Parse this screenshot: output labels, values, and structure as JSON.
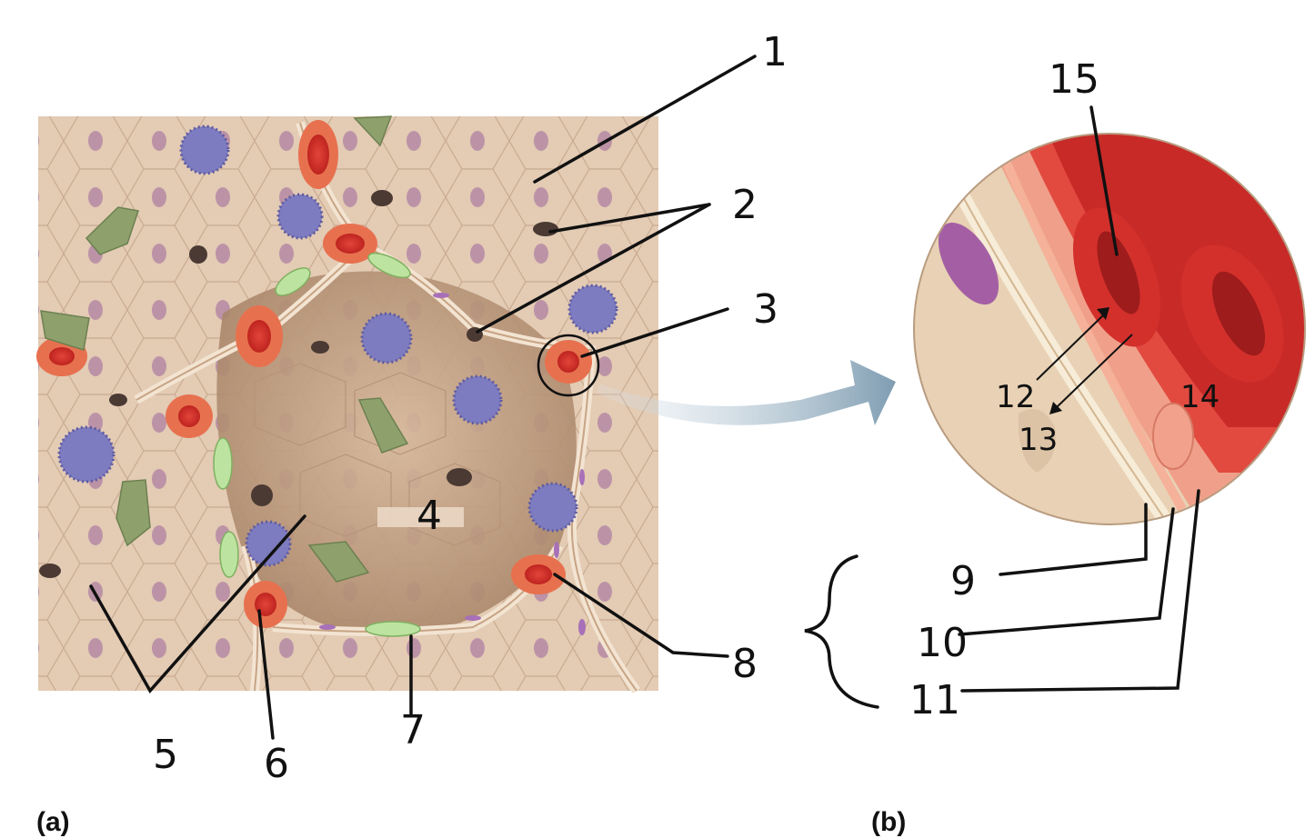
{
  "labels": {
    "l1": "1",
    "l2": "2",
    "l3": "3",
    "l4": "4",
    "l5": "5",
    "l6": "6",
    "l7": "7",
    "l8": "8",
    "l9": "9",
    "l10": "10",
    "l11": "11",
    "l12": "12",
    "l13": "13",
    "l14": "14",
    "l15": "15"
  },
  "panels": {
    "a": "(a)",
    "b": "(b)"
  }
}
